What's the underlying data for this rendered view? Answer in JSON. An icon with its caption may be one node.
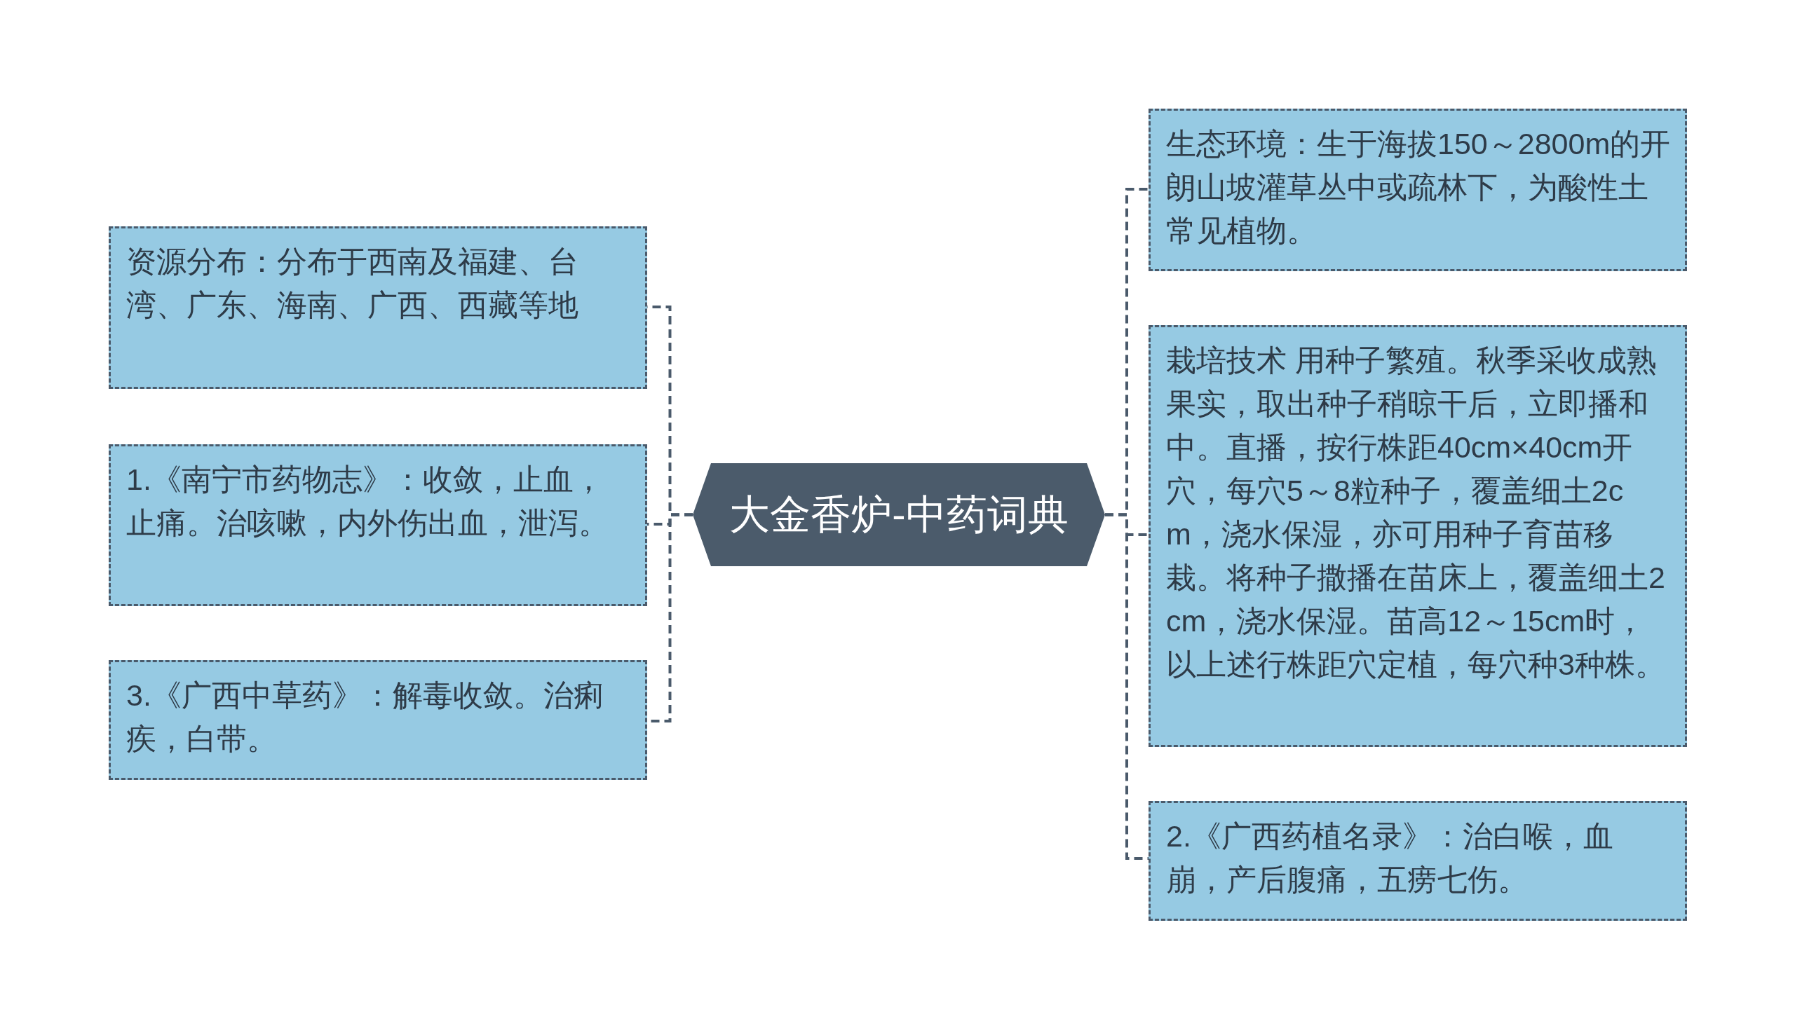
{
  "diagram": {
    "nodes": [
      {
        "text": [
          "大金香炉-中药词典"
        ]
      },
      {
        "text": [
          "资源分布：分布于西南及福建、台湾、广东、海南、广西、西藏等地"
        ]
      },
      {
        "text": [
          "1.《南宁市药物志》：收敛，止血，止痛。治咳嗽，内外伤出血，泄泻。"
        ]
      },
      {
        "text": [
          "3.《广西中草药》：解毒收敛。治痢疾，白带。"
        ]
      },
      {
        "text": [
          "生态环境：生于海拔150～2800m的开朗山坡灌草丛中或疏林下，为酸性土常见植物。"
        ]
      },
      {
        "text": [
          "栽培技术 用种子繁殖。秋季采收成熟果实，取出种子稍晾干后，立即播和中。直播，按行株距40cm×40cm开穴，每穴5～8粒种子，覆盖细土2cm，浇水保湿，亦可用种子育苗移栽。将种子撒播在苗床上，覆盖细土2cm，浇水保湿。苗高12～15cm时，以上述行株距穴定植，每穴种3种株。"
        ]
      },
      {
        "text": [
          "2.《广西药植名录》：治白喉，血崩，产后腹痛，五痨七伤。"
        ]
      }
    ],
    "edges": [
      {
        "from": 0,
        "to": 1,
        "arrow": "none",
        "style": "dashed"
      },
      {
        "from": 0,
        "to": 2,
        "arrow": "none",
        "style": "dashed"
      },
      {
        "from": 0,
        "to": 3,
        "arrow": "none",
        "style": "dashed"
      },
      {
        "from": 0,
        "to": 4,
        "arrow": "none",
        "style": "dashed"
      },
      {
        "from": 0,
        "to": 5,
        "arrow": "none",
        "style": "dashed"
      },
      {
        "from": 0,
        "to": 6,
        "arrow": "none",
        "style": "dashed"
      }
    ]
  }
}
